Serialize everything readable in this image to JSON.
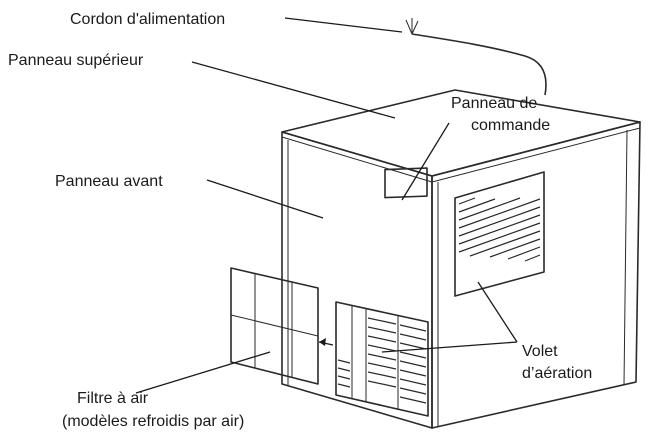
{
  "labels": {
    "power_cord": "Cordon d'alimentation",
    "top_panel": "Panneau supérieur",
    "control_panel_line1": "Panneau de",
    "control_panel_line2": "commande",
    "front_panel": "Panneau avant",
    "louver_line1": "Volet",
    "louver_line2": "d’aération",
    "air_filter_line1": "Filtre à air",
    "air_filter_line2": "(modèles refroidis par air)"
  }
}
